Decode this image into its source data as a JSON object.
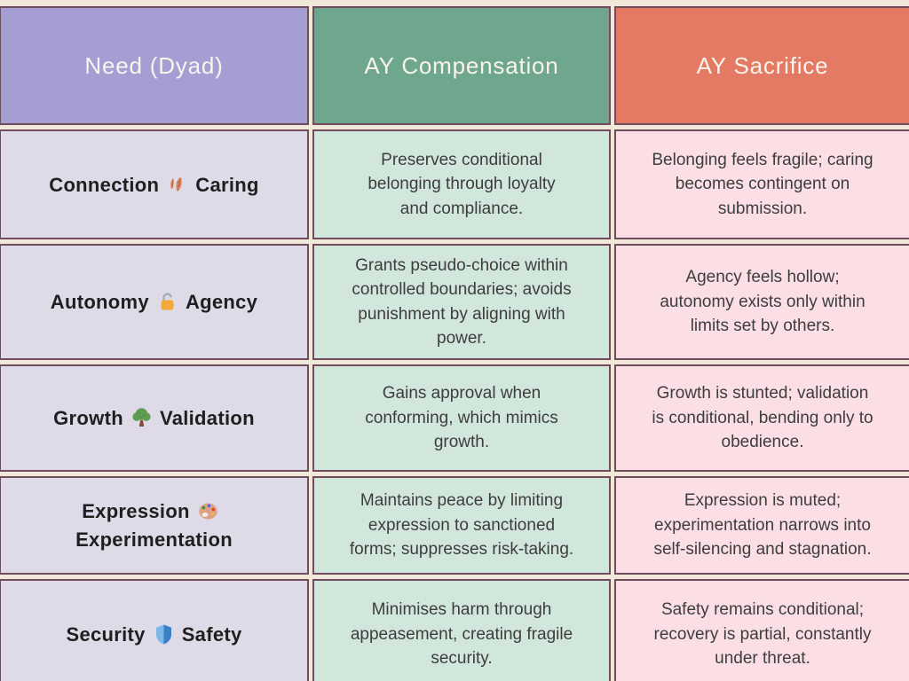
{
  "colors": {
    "page_background": "#f1e8da",
    "cell_border": "#6f4d5c",
    "header_need_bg": "#a49ed3",
    "header_compensation_bg": "#6fa78e",
    "header_sacrifice_bg": "#e47a64",
    "need_cell_bg": "#dedae7",
    "compensation_cell_bg": "#d2e7db",
    "sacrifice_cell_bg": "#fcdfe4",
    "header_text": "#f8f4ec",
    "body_text": "#3d3d3d"
  },
  "table": {
    "headers": {
      "need": "Need (Dyad)",
      "compensation": "AY Compensation",
      "sacrifice": "AY Sacrifice"
    },
    "rows": [
      {
        "need_pre": "Connection",
        "need_post": "Caring",
        "icon": "fallen-leaf-icon",
        "compensation": "Preserves conditional\nbelonging through loyalty\nand compliance.",
        "sacrifice": "Belonging feels fragile; caring\nbecomes contingent on\nsubmission."
      },
      {
        "need_pre": "Autonomy",
        "need_post": "Agency",
        "icon": "open-lock-icon",
        "compensation": "Grants pseudo-choice within\ncontrolled boundaries; avoids\npunishment by aligning with\npower.",
        "sacrifice": "Agency feels hollow;\nautonomy exists only within\nlimits set by others."
      },
      {
        "need_pre": "Growth",
        "need_post": "Validation",
        "icon": "tree-icon",
        "compensation": "Gains approval when\nconforming, which mimics\ngrowth.",
        "sacrifice": "Growth is stunted; validation\nis conditional, bending only to\nobedience."
      },
      {
        "need_pre": "Expression",
        "need_post": "Experimentation",
        "icon": "palette-icon",
        "compensation": "Maintains peace by limiting\nexpression to sanctioned\nforms; suppresses risk-taking.",
        "sacrifice": "Expression is muted;\nexperimentation narrows into\nself-silencing and stagnation."
      },
      {
        "need_pre": "Security",
        "need_post": "Safety",
        "icon": "shield-icon",
        "compensation": "Minimises harm through\nappeasement, creating fragile\nsecurity.",
        "sacrifice": "Safety remains conditional;\nrecovery is partial, constantly\nunder threat."
      }
    ]
  }
}
